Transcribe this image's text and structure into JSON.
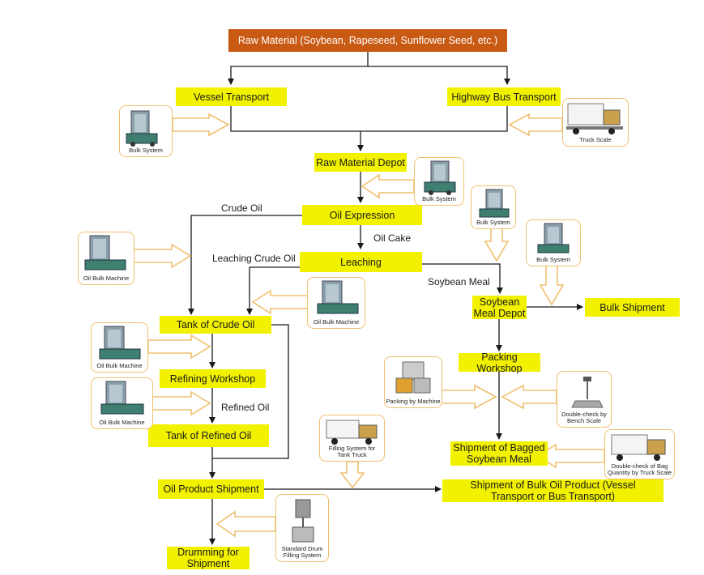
{
  "nodes": {
    "raw_material": "Raw Material (Soybean, Rapeseed, Sunflower Seed, etc.)",
    "vessel_transport": "Vessel Transport",
    "highway_bus_transport": "Highway Bus Transport",
    "raw_material_depot": "Raw Material Depot",
    "oil_expression": "Oil Expression",
    "leaching": "Leaching",
    "tank_crude_oil": "Tank of Crude Oil",
    "refining_workshop": "Refining Workshop",
    "tank_refined_oil": "Tank of Refined Oil",
    "oil_product_shipment": "Oil Product Shipment",
    "drumming_line1": "Drumming for",
    "drumming_line2": "Shipment",
    "soybean_meal_depot_line1": "Soybean",
    "soybean_meal_depot_line2": "Meal Depot",
    "bulk_shipment": "Bulk Shipment",
    "packing_workshop": "Packing Workshop",
    "bagged_meal_line1": "Shipment of Bagged",
    "bagged_meal_line2": "Soybean Meal",
    "bulk_oil_line1": "Shipment of Bulk Oil Product (Vessel",
    "bulk_oil_line2": "Transport or Bus Transport)"
  },
  "edge_labels": {
    "crude_oil": "Crude Oil",
    "oil_cake": "Oil Cake",
    "leaching_crude_oil": "Leaching Crude Oil",
    "soybean_meal": "Soybean Meal",
    "refined_oil": "Refined Oil"
  },
  "equipment": {
    "bulk_system_1": "Bulk System",
    "truck_scale": "Truck Scale",
    "bulk_system_2": "Bulk System",
    "bulk_system_3": "Bulk System",
    "bulk_system_4": "Bulk System",
    "oil_bulk_machine_1": "Oil Bulk Machine",
    "oil_bulk_machine_2": "Oil Bulk Machine",
    "oil_bulk_machine_3": "Oil Bulk Machine",
    "oil_bulk_machine_4": "Oil Bulk Machine",
    "filling_system_line1": "Filling System for",
    "filling_system_line2": "Tank Truck",
    "packing_by_machine": "Packing by Machine",
    "bench_scale_line1": "Double-check by",
    "bench_scale_line2": "Bench Scale",
    "bag_truck_scale_line1": "Double-check of Bag",
    "bag_truck_scale_line2": "Quantity by Truck Scale",
    "drum_filling_line1": "Standard Drum",
    "drum_filling_line2": "Filling System"
  },
  "colors": {
    "box_fill": "#f1f100",
    "top_box_fill": "#c95a14",
    "card_border": "#f0c070",
    "line": "#1a1a1a"
  }
}
